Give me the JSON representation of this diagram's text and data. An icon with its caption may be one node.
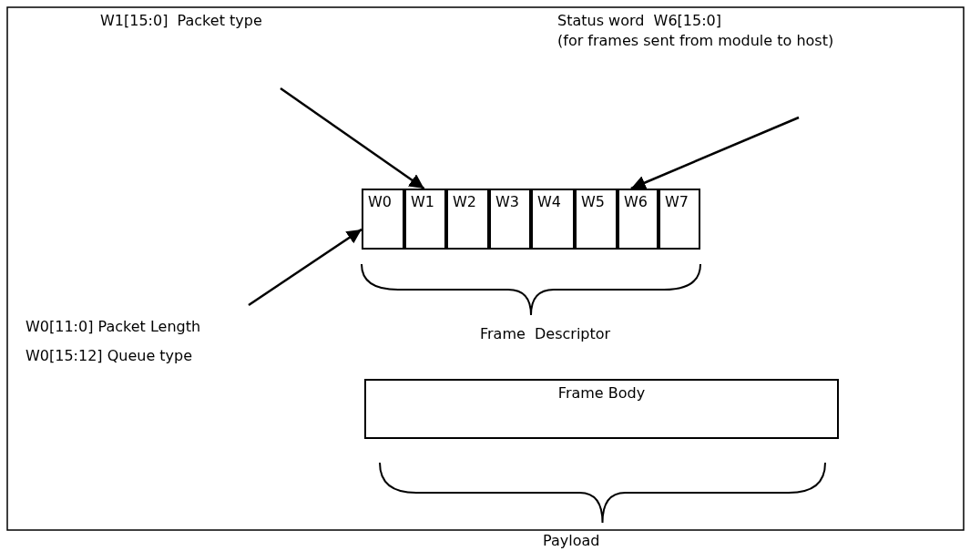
{
  "diagram": {
    "nodes": [
      {
        "text": [
          "W0"
        ]
      },
      {
        "text": [
          "W1"
        ]
      },
      {
        "text": [
          "W2"
        ]
      },
      {
        "text": [
          "W3"
        ]
      },
      {
        "text": [
          "W4"
        ]
      },
      {
        "text": [
          "W5"
        ]
      },
      {
        "text": [
          "W6"
        ]
      },
      {
        "text": [
          "W7"
        ]
      },
      {
        "text": [
          "Frame Body"
        ]
      }
    ],
    "edges": [
      {
        "from": null,
        "to": 1,
        "arrow": "to"
      },
      {
        "from": null,
        "to": 6,
        "arrow": "to"
      },
      {
        "from": null,
        "to": 0,
        "arrow": "to"
      }
    ],
    "labels": [
      "W1[15:0]  Packet type",
      "Status word  W6[15:0]",
      "(for frames sent from module to host)",
      "W0[11:0] Packet Length",
      "W0[15:12] Queue type",
      "Frame  Descriptor",
      "Payload"
    ]
  }
}
